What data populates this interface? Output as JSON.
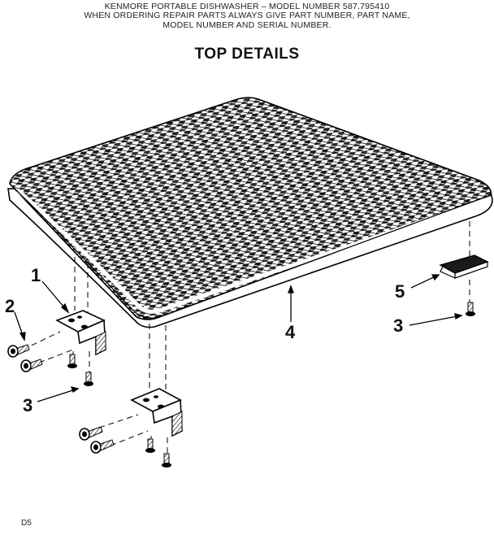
{
  "header": {
    "line1": "KENMORE PORTABLE DISHWASHER – MODEL NUMBER 587.795410",
    "line2": "WHEN ORDERING REPAIR PARTS ALWAYS GIVE PART NUMBER, PART NAME,",
    "line3": "MODEL NUMBER AND SERIAL NUMBER."
  },
  "title": "TOP DETAILS",
  "callouts": {
    "c1": "1",
    "c2": "2",
    "c3a": "3",
    "c3b": "3",
    "c4": "4",
    "c5": "5"
  },
  "footer_code": "D5"
}
